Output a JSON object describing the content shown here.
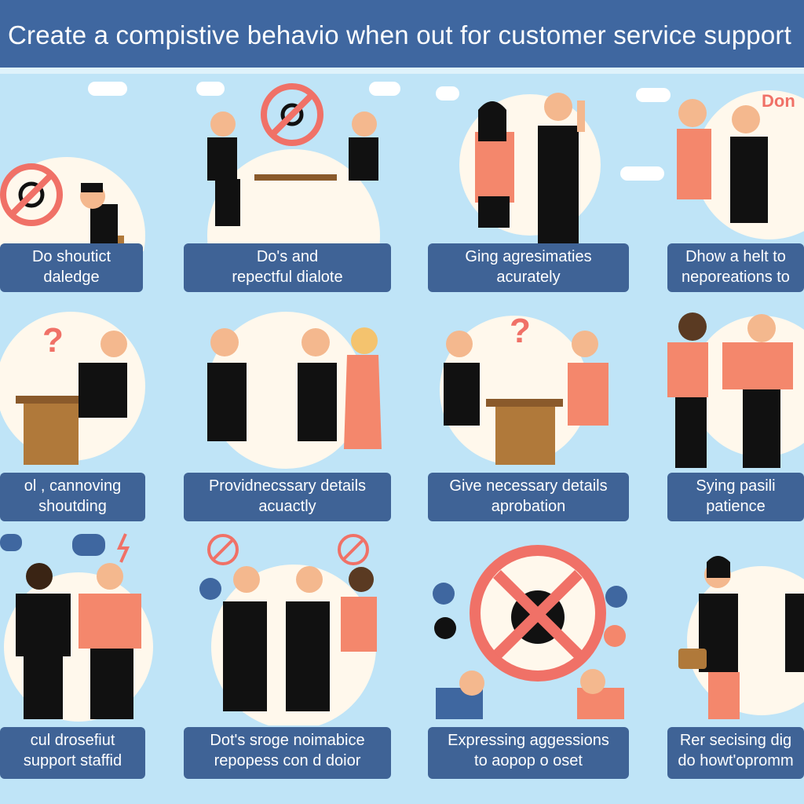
{
  "title": "Create a compistive behavio  when out for customer service support",
  "colors": {
    "header": "#3f67a0",
    "caption": "#3f6396",
    "background": "#bfe4f7",
    "accent": "#f07167",
    "suit": "#111111",
    "desk": "#b0793a"
  },
  "badge_text": "Don",
  "panels": [
    {
      "caption": [
        "Do shoutict",
        "daledge"
      ]
    },
    {
      "caption": [
        "Do's and",
        "repectful dialote"
      ]
    },
    {
      "caption": [
        "Ging agresimaties",
        "acurately"
      ]
    },
    {
      "caption": [
        "Dhow a helt to",
        "neporeations to"
      ]
    },
    {
      "caption": [
        "ol , cannoving",
        "shoutding"
      ]
    },
    {
      "caption": [
        "Providnecssary details",
        "acuactly"
      ]
    },
    {
      "caption": [
        "Give necessary details",
        "aprobation"
      ]
    },
    {
      "caption": [
        "Sying pasili",
        "patience"
      ]
    },
    {
      "caption": [
        "cul drosefiut",
        "support staffid"
      ]
    },
    {
      "caption": [
        "Dot's sroge noimabice",
        "repopess con d doior"
      ]
    },
    {
      "caption": [
        "Expressing aggessions",
        "to aopop o oset"
      ]
    },
    {
      "caption": [
        "Rer secising dig",
        "do howt'opromm"
      ]
    }
  ]
}
